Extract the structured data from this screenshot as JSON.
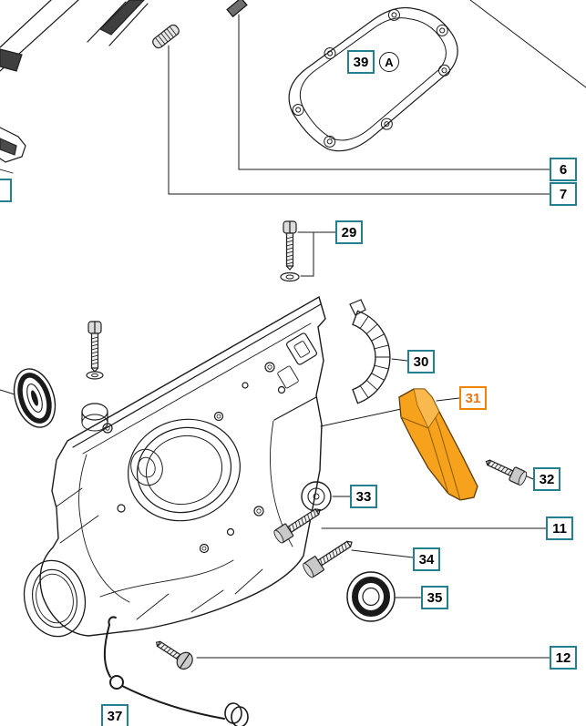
{
  "diagram": {
    "description": "Exploded parts diagram of a chainsaw crankcase assembly with numbered callouts",
    "highlighted_part": "31",
    "callouts": [
      {
        "label": "39"
      },
      {
        "label": "A"
      },
      {
        "label": "6"
      },
      {
        "label": "7"
      },
      {
        "label": "29"
      },
      {
        "label": "30"
      },
      {
        "label": "31",
        "highlighted": true
      },
      {
        "label": "32"
      },
      {
        "label": "33"
      },
      {
        "label": "11"
      },
      {
        "label": "34"
      },
      {
        "label": "35"
      },
      {
        "label": "12"
      },
      {
        "label": "37"
      }
    ],
    "colors": {
      "callout_border": "#267f8e",
      "highlight_border": "#f08300",
      "highlight_text": "#e97412",
      "part_highlight_fill": "#f6a21c",
      "line": "#1a1a1a"
    }
  }
}
